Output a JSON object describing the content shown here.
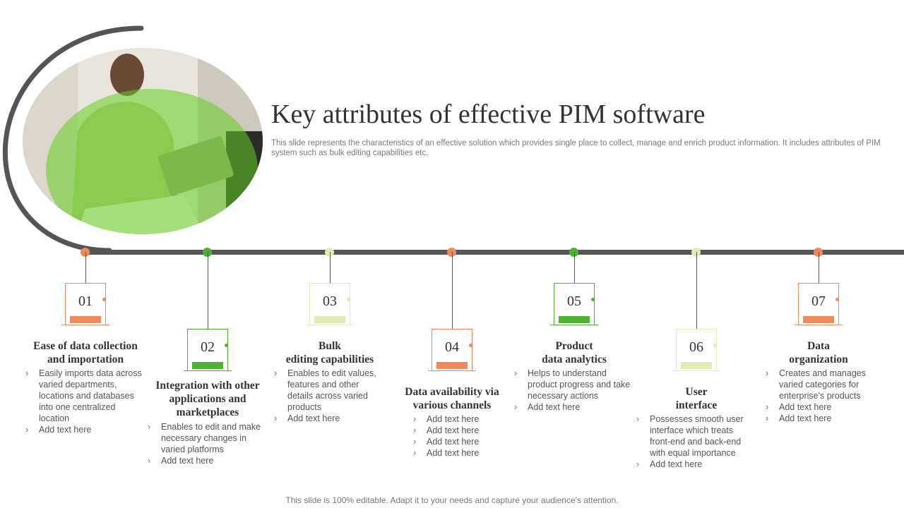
{
  "title": "Key attributes of effective PIM software",
  "subtitle": "This slide represents the characteristics of an effective  solution which provides single place to collect, manage and enrich product information. It includes attributes of PIM  system such as bulk editing capabilities etc.",
  "footer": "This slide is 100% editable. Adapt it to your needs and capture your audience's attention.",
  "colors": {
    "orange": "#F08A5D",
    "green": "#4DB32E",
    "light_green": "#DDEDB3",
    "line": "#555555"
  },
  "steps": [
    {
      "number": "01",
      "heading_lines": [
        "Ease of data collection",
        "and importation"
      ],
      "color": "orange",
      "points": [
        "Easily imports data across varied departments, locations and databases into one centralized location",
        "Add text here"
      ]
    },
    {
      "number": "02",
      "heading_lines": [
        "Integration with other",
        "applications and",
        "marketplaces"
      ],
      "color": "green",
      "points": [
        "Enables to edit and make necessary changes in varied  platforms",
        "Add text here"
      ]
    },
    {
      "number": "03",
      "heading_lines": [
        "Bulk",
        "editing capabilities"
      ],
      "color": "light_green",
      "points": [
        "Enables to edit values, features and other details across varied  products",
        "Add text here"
      ]
    },
    {
      "number": "04",
      "heading_lines": [
        "Data availability via",
        "various channels"
      ],
      "color": "orange",
      "points": [
        "Add text here",
        "Add text here",
        "Add text here",
        "Add text here"
      ]
    },
    {
      "number": "05",
      "heading_lines": [
        "Product",
        "data analytics"
      ],
      "color": "green",
      "points": [
        "Helps to understand product progress and take necessary actions",
        "Add text here"
      ]
    },
    {
      "number": "06",
      "heading_lines": [
        "User",
        "interface"
      ],
      "color": "light_green",
      "points": [
        "Possesses smooth user interface which treats front-end  and back-end with equal importance",
        "Add text here"
      ]
    },
    {
      "number": "07",
      "heading_lines": [
        "Data",
        "organization"
      ],
      "color": "orange",
      "points": [
        "Creates and manages varied  categories for enterprise's products",
        "Add text here",
        "Add text here"
      ]
    }
  ]
}
